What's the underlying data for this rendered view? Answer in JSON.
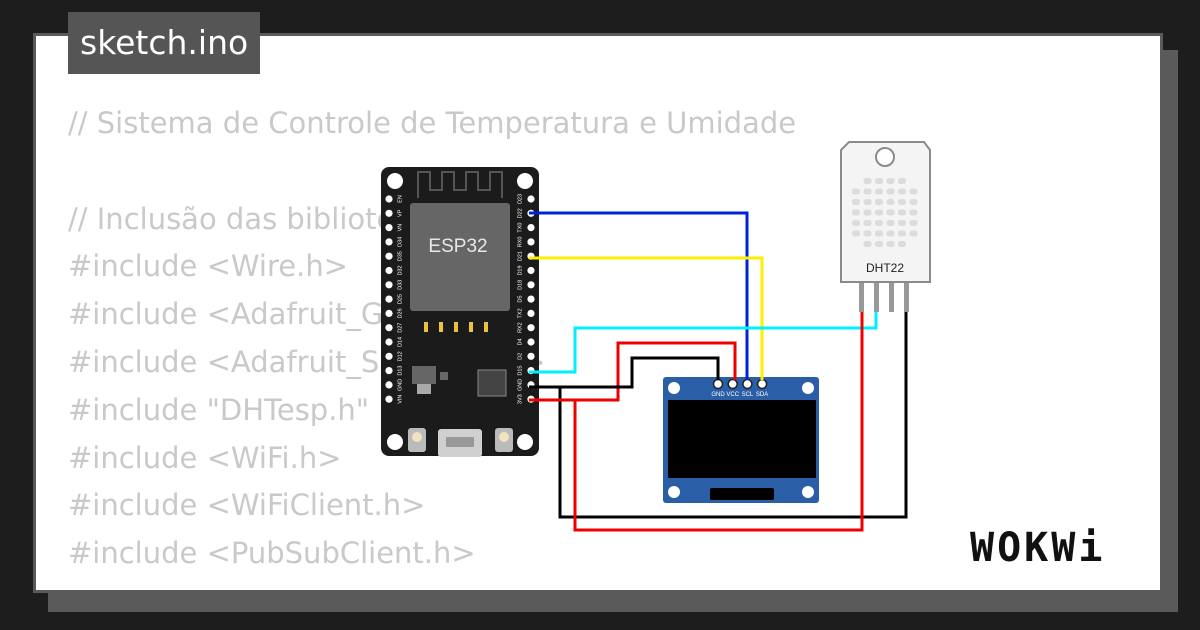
{
  "file_tab": "sketch.ino",
  "code_lines": [
    "// Sistema de Controle de Temperatura e Umidade",
    "",
    "// Inclusão das bibliotecas",
    "#include <Wire.h>",
    "#include <Adafruit_GFX.h>",
    "#include <Adafruit_SSD1306.h>",
    "#include \"DHTesp.h\"",
    "#include <WiFi.h>",
    "#include <WiFiClient.h>",
    "#include <PubSubClient.h>"
  ],
  "esp32": {
    "label": "ESP32",
    "left_pins": [
      "EN",
      "VP",
      "VN",
      "D34",
      "D35",
      "D32",
      "D33",
      "D25",
      "D26",
      "D27",
      "D14",
      "D12",
      "D13",
      "GND",
      "VIN"
    ],
    "right_pins": [
      "D23",
      "D22",
      "TX0",
      "RX0",
      "D21",
      "D19",
      "D18",
      "D5",
      "TX2",
      "RX2",
      "D4",
      "D2",
      "D15",
      "GND",
      "3V3"
    ]
  },
  "oled": {
    "pins": [
      "GND",
      "VCC",
      "SCL",
      "SDA"
    ]
  },
  "dht": {
    "label": "DHT22"
  },
  "wire_colors": {
    "blue": "#0022dd",
    "yellow": "#ffee00",
    "cyan": "#00eeff",
    "red": "#ee0000",
    "black": "#000000"
  },
  "logo": "WOKWi"
}
